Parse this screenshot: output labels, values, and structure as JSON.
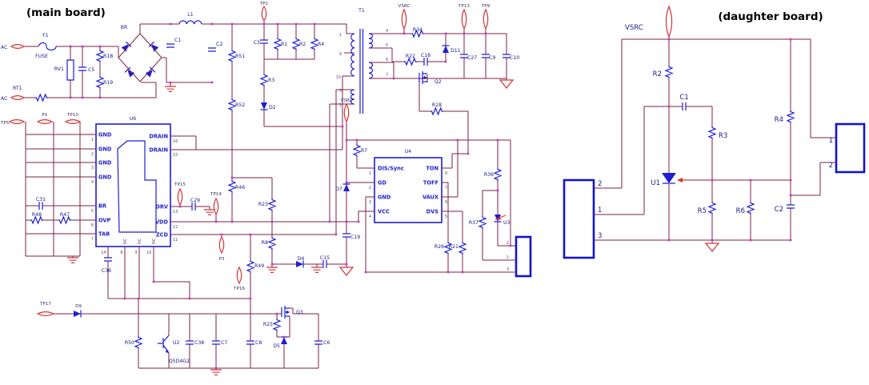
{
  "titles": {
    "main": "(main board)",
    "daughter": "(daughter board)"
  },
  "u6": {
    "ref": "U6",
    "left": [
      {
        "n": "1",
        "name": "GND"
      },
      {
        "n": "2",
        "name": "GND"
      },
      {
        "n": "3",
        "name": "GND"
      },
      {
        "n": "4",
        "name": "GND"
      },
      {
        "n": "5",
        "name": "BR"
      },
      {
        "n": "6",
        "name": "OVP"
      },
      {
        "n": "7",
        "name": "TAB"
      }
    ],
    "right": [
      {
        "n": "16",
        "name": "DRAIN"
      },
      {
        "n": "15",
        "name": "DRAIN"
      },
      {
        "n": "13",
        "name": "DRV"
      },
      {
        "n": "12",
        "name": "VDD"
      },
      {
        "n": "11",
        "name": "ZCD"
      }
    ],
    "bottom": [
      {
        "n": "14",
        "name": ""
      },
      {
        "n": "8",
        "name": "NC"
      },
      {
        "n": "9",
        "name": "NC"
      },
      {
        "n": "10",
        "name": "NC"
      }
    ]
  },
  "u4": {
    "ref": "U4",
    "left": [
      {
        "n": "1",
        "name": "DIS/Sync"
      },
      {
        "n": "2",
        "name": "GD"
      },
      {
        "n": "3",
        "name": "GND"
      },
      {
        "n": "4",
        "name": "VCC"
      }
    ],
    "right": [
      {
        "n": "8",
        "name": "TON"
      },
      {
        "n": "7",
        "name": "TOFF"
      },
      {
        "n": "6",
        "name": "VAUX"
      },
      {
        "n": "5",
        "name": "DVS"
      }
    ]
  },
  "t1": {
    "ref": "T1",
    "pins": {
      "p1": "1",
      "p9": "9",
      "p10": "10",
      "p3": "3",
      "p2": "2",
      "s4": "4",
      "s5": "5",
      "s6": "6",
      "s7": "7"
    }
  },
  "connectors": {
    "main_out": [
      "2",
      "1",
      "3"
    ],
    "daughter_in": [
      "2",
      "1",
      "3"
    ],
    "daughter_out": [
      "1",
      "2"
    ]
  },
  "labels": {
    "ac1": "AC",
    "ac2": "AC",
    "f1": "F1",
    "fuse": "FUSE",
    "rv1": "RV1",
    "c5": "C5",
    "rt1": "RT1",
    "r18": "R18",
    "r19": "R19",
    "br": "BR",
    "c1": "C1",
    "l1": "L1",
    "c2": "C2",
    "r51": "R51",
    "r52": "R52",
    "tp1": "TP1",
    "c3": "C3",
    "r1": "R1",
    "r2": "R2",
    "r4": "R4",
    "r3": "R3",
    "d2": "D2",
    "t1": "T1",
    "vsrc1": "VSRC",
    "tp13": "TP13",
    "tp9": "TP9",
    "r34": "R34",
    "d11": "D11",
    "r22": "R22",
    "c18": "C18",
    "c27": "C27",
    "c9": "C9",
    "c10": "C10",
    "q2": "Q2",
    "r28": "R28",
    "vsrc2": "VSRC",
    "r7": "R7",
    "d7": "D7",
    "u4": "U4",
    "c19": "C19",
    "r36": "R36",
    "r37": "R37",
    "u3": "U3",
    "r26": "R26",
    "r21": "R21",
    "u6": "U6",
    "tp5": "TP5",
    "p1": "P1",
    "tp10": "TP10",
    "c31": "C31",
    "r48": "R48",
    "r47": "R47",
    "tp15": "TP15",
    "c29": "C29",
    "tp14": "TP14",
    "r46": "R46",
    "p3": "P3",
    "c36": "C36",
    "r23": "R23",
    "r8": "R8",
    "r49": "R49",
    "tp16": "TP16",
    "d4": "D4",
    "c15": "C15",
    "tp17": "TP17",
    "d9": "D9",
    "r50": "R50",
    "u2": "U2",
    "q5": "Q5D4G2",
    "c38": "C38",
    "c7": "C7",
    "c8": "C8",
    "r25": "R25",
    "q3": "Q3",
    "d5": "D5",
    "c6": "C6",
    "vsrc3": "VSRC",
    "r2d": "R2",
    "c1d": "C1",
    "r3d": "R3",
    "r4d": "R4",
    "u1": "U1",
    "r5": "R5",
    "r6": "R6",
    "c2d": "C2"
  }
}
